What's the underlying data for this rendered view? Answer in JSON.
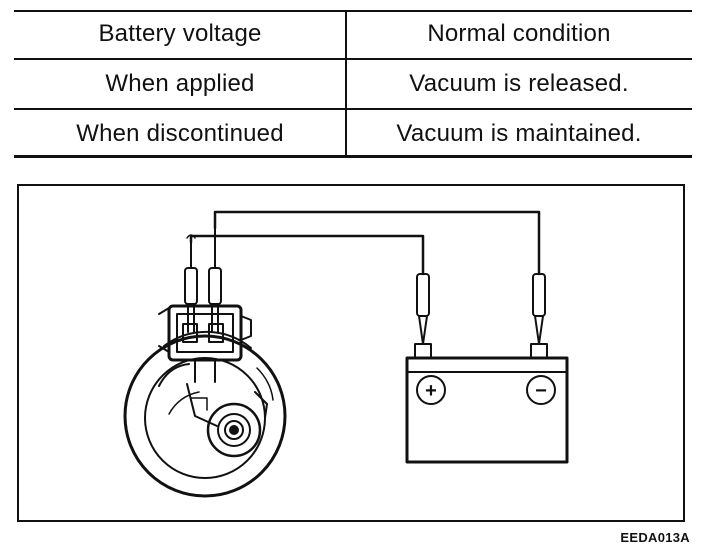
{
  "table": {
    "headers": [
      "Battery voltage",
      "Normal condition"
    ],
    "rows": [
      [
        "When applied",
        "Vacuum is released."
      ],
      [
        "When discontinued",
        "Vacuum is maintained."
      ]
    ]
  },
  "diagram": {
    "battery_positive_symbol": "+",
    "battery_negative_symbol": "−",
    "figure_code": "EEDA013A"
  }
}
